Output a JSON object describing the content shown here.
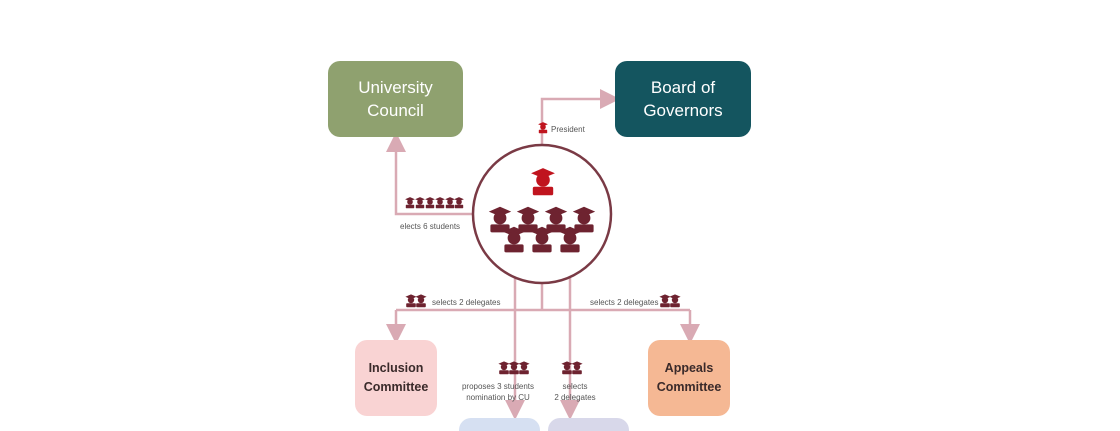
{
  "nodes": {
    "university_council": {
      "label": "University\nCouncil",
      "color": "#8fa16f"
    },
    "board_of_governors": {
      "label": "Board of\nGovernors",
      "color": "#14555f"
    },
    "inclusion_committee": {
      "label": "Inclusion\nCommittee",
      "color": "#f9d3d3"
    },
    "appeals_committee": {
      "label": "Appeals\nCommittee",
      "color": "#f5b894"
    },
    "bottom_left": {
      "label": "",
      "color": "#d6e0f2"
    },
    "bottom_right": {
      "label": "",
      "color": "#d8d8ea"
    }
  },
  "edges": {
    "president": "President",
    "elects": "elects 6 students",
    "inclusion": "selects 2 delegates",
    "appeals": "selects 2 delegates",
    "proposes": "proposes 3 students\nnomination by CU",
    "selects": "selects\n2 delegates"
  },
  "colors": {
    "connector": "#d9aab4",
    "student": "#6e2330",
    "president": "#c0141e",
    "circle": "#7a3a45"
  }
}
